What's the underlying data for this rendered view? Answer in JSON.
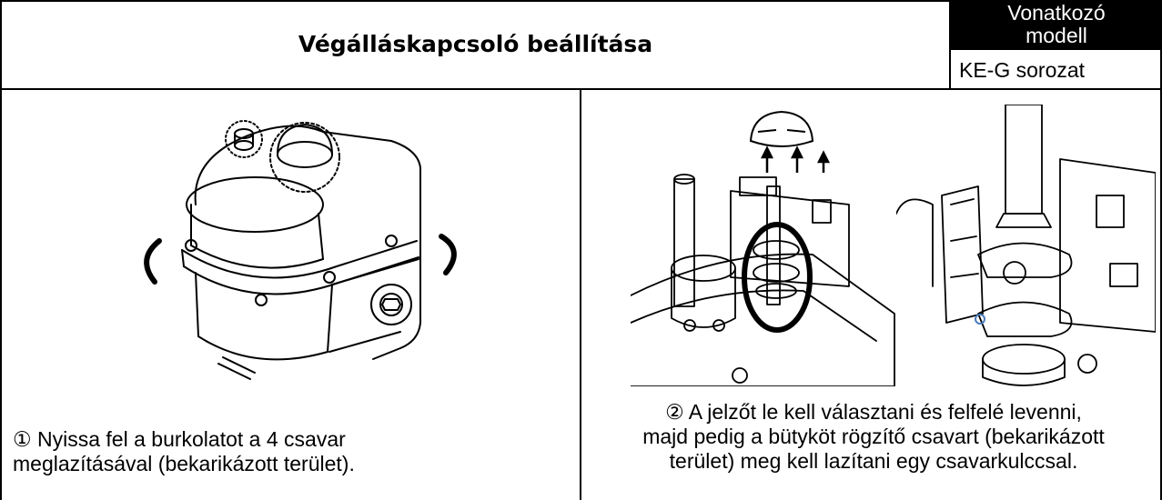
{
  "header": {
    "title": "Végálláskapcsoló beállítása",
    "model_label_line1": "Vonatkozó",
    "model_label_line2": "modell",
    "model_value": "KE-G sorozat"
  },
  "steps": [
    {
      "marker": "①",
      "line1": "① Nyissa fel a burkolatot a 4 csavar",
      "line2": "meglazításával (bekarikázott terület)."
    },
    {
      "marker": "②",
      "line1": "② A jelzőt le kell választani és felfelé levenni,",
      "line2": "majd pedig a bütyköt rögzítő csavart (bekarikázott",
      "line3": "terület) meg kell lazítani egy csavarkulccsal."
    }
  ]
}
